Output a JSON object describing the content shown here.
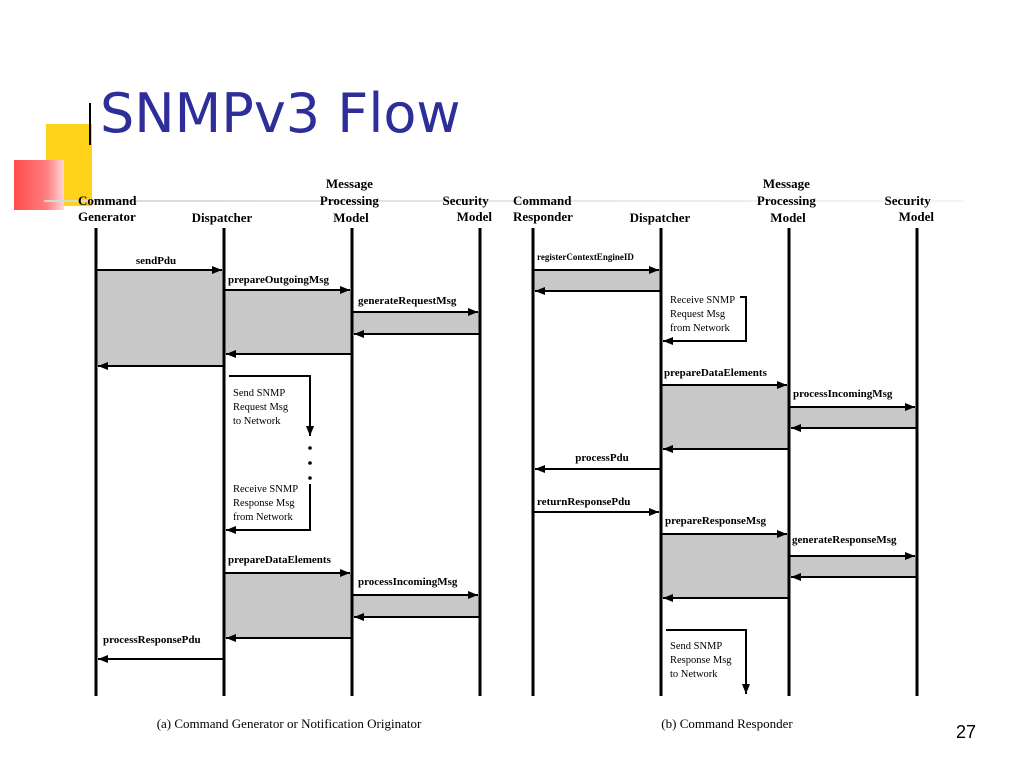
{
  "slide": {
    "title": "SNMPv3 Flow",
    "page_number": "27"
  },
  "diagram_a": {
    "headers": {
      "command_generator": [
        "Command",
        "Generator"
      ],
      "dispatcher": "Dispatcher",
      "mp_model": [
        "Message",
        "Processing",
        "Model"
      ],
      "security_model": [
        "Security",
        "Model"
      ]
    },
    "messages": {
      "send_pdu": "sendPdu",
      "prepare_outgoing_msg": "prepareOutgoingMsg",
      "generate_request_msg": "generateRequestMsg",
      "prepare_data_elements": "prepareDataElements",
      "process_incoming_msg": "processIncomingMsg",
      "process_response_pdu": "processResponsePdu"
    },
    "notes": {
      "send_request": [
        "Send SNMP",
        "Request Msg",
        "to Network"
      ],
      "receive_response": [
        "Receive SNMP",
        "Response Msg",
        "from Network"
      ]
    },
    "caption": "(a) Command Generator or Notification Originator"
  },
  "diagram_b": {
    "headers": {
      "command_responder": [
        "Command",
        "Responder"
      ],
      "dispatcher": "Dispatcher",
      "mp_model": [
        "Message",
        "Processing",
        "Model"
      ],
      "security_model": [
        "Security",
        "Model"
      ]
    },
    "messages": {
      "register_context_engine_id": "registerContextEngineID",
      "prepare_data_elements": "prepareDataElements",
      "process_incoming_msg": "processIncomingMsg",
      "process_pdu": "processPdu",
      "return_response_pdu": "returnResponsePdu",
      "prepare_response_msg": "prepareResponseMsg",
      "generate_response_msg": "generateResponseMsg"
    },
    "notes": {
      "receive_request": [
        "Receive SNMP",
        "Request Msg",
        "from Network"
      ],
      "send_response": [
        "Send SNMP",
        "Response Msg",
        "to Network"
      ]
    },
    "caption": "(b) Command Responder"
  },
  "colors": {
    "title": "#2e2e9a",
    "deco_yellow": "#ffd21a",
    "deco_red": "#ff5a5a",
    "box_fill": "#c8c8c8"
  }
}
